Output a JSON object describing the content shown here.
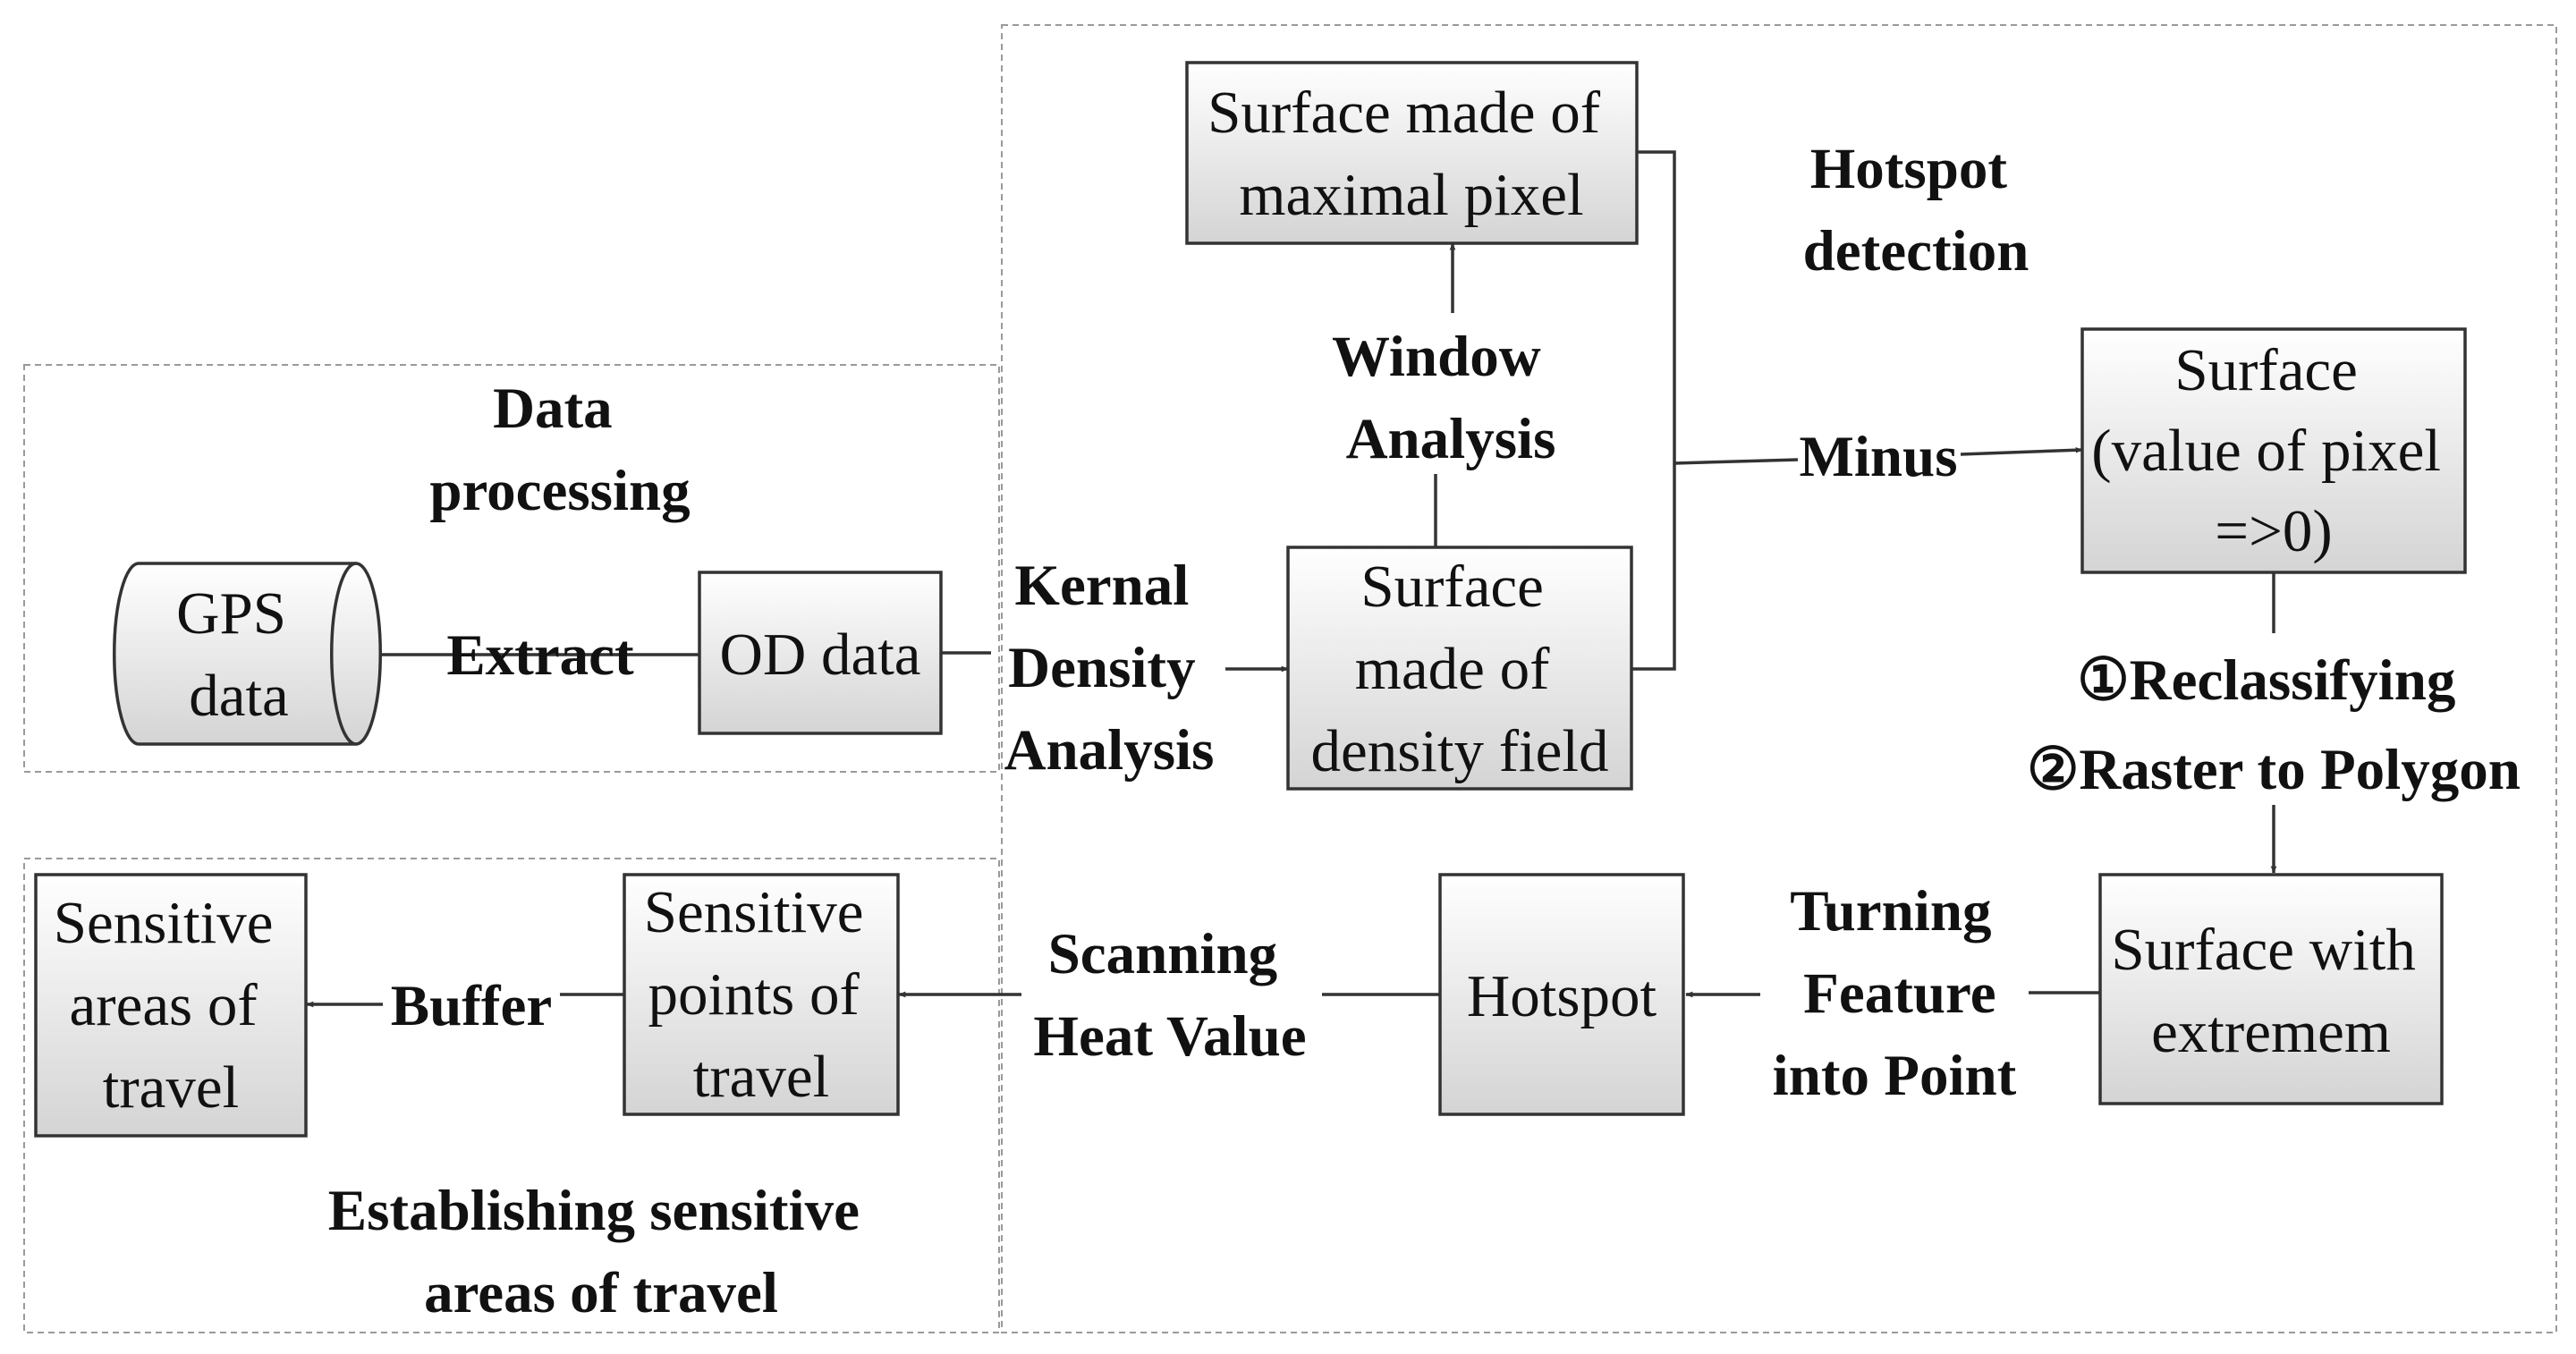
{
  "groups": {
    "data_processing": "Data processing",
    "hotspot_detection": "Hotspot detection",
    "establishing": "Establishing sensitive areas of travel"
  },
  "nodes": {
    "gps": [
      "GPS",
      "data"
    ],
    "od": [
      "OD data"
    ],
    "density": [
      "Surface",
      "made of",
      "density field"
    ],
    "maximal": [
      "Surface made of",
      "maximal pixel"
    ],
    "value_pixel": [
      "Surface",
      "(value of pixel",
      "=>0)"
    ],
    "extremem": [
      "Surface with",
      "extremem"
    ],
    "hotspot": [
      "Hotspot"
    ],
    "sens_points": [
      "Sensitive",
      "points of",
      "travel"
    ],
    "sens_areas": [
      "Sensitive",
      "areas of",
      "travel"
    ]
  },
  "edge_labels": {
    "extract": "Extract",
    "kernal": [
      "Kernal",
      "Density",
      "Analysis"
    ],
    "window": [
      "Window",
      "Analysis"
    ],
    "minus": "Minus",
    "reclass_1": "①Reclassifying",
    "reclass_2": "②Raster to Polygon",
    "turning": [
      "Turning",
      "Feature",
      "into Point"
    ],
    "scanning": [
      "Scanning",
      "Heat Value"
    ],
    "buffer": "Buffer"
  }
}
